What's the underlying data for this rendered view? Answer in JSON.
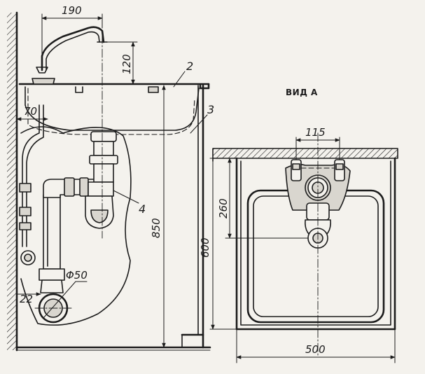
{
  "view_label": "ВИД А",
  "dimensions": {
    "faucet_reach": "190",
    "faucet_height": "120",
    "wall_offset": "70",
    "total_height": "850",
    "hole_spacing": "115",
    "drain_height": "260",
    "sink_depth": "600",
    "sink_width": "500",
    "pipe_diameter": "Φ50",
    "pipe_offset": "22"
  },
  "callouts": [
    "2",
    "3",
    "4"
  ]
}
